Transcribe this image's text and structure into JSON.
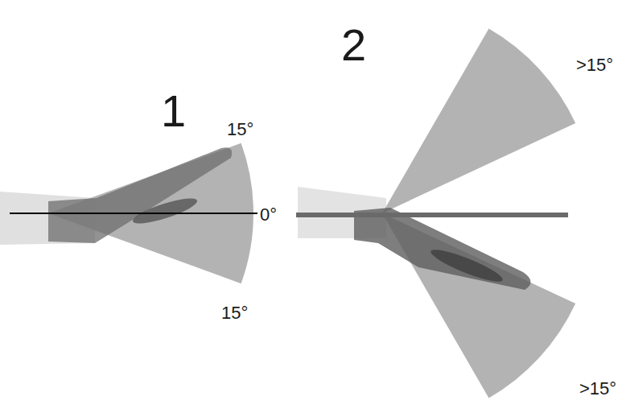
{
  "diagram": {
    "labels": [
      "1",
      "15°",
      "0°",
      "15°",
      "2",
      ">15°",
      ">15°"
    ]
  }
}
